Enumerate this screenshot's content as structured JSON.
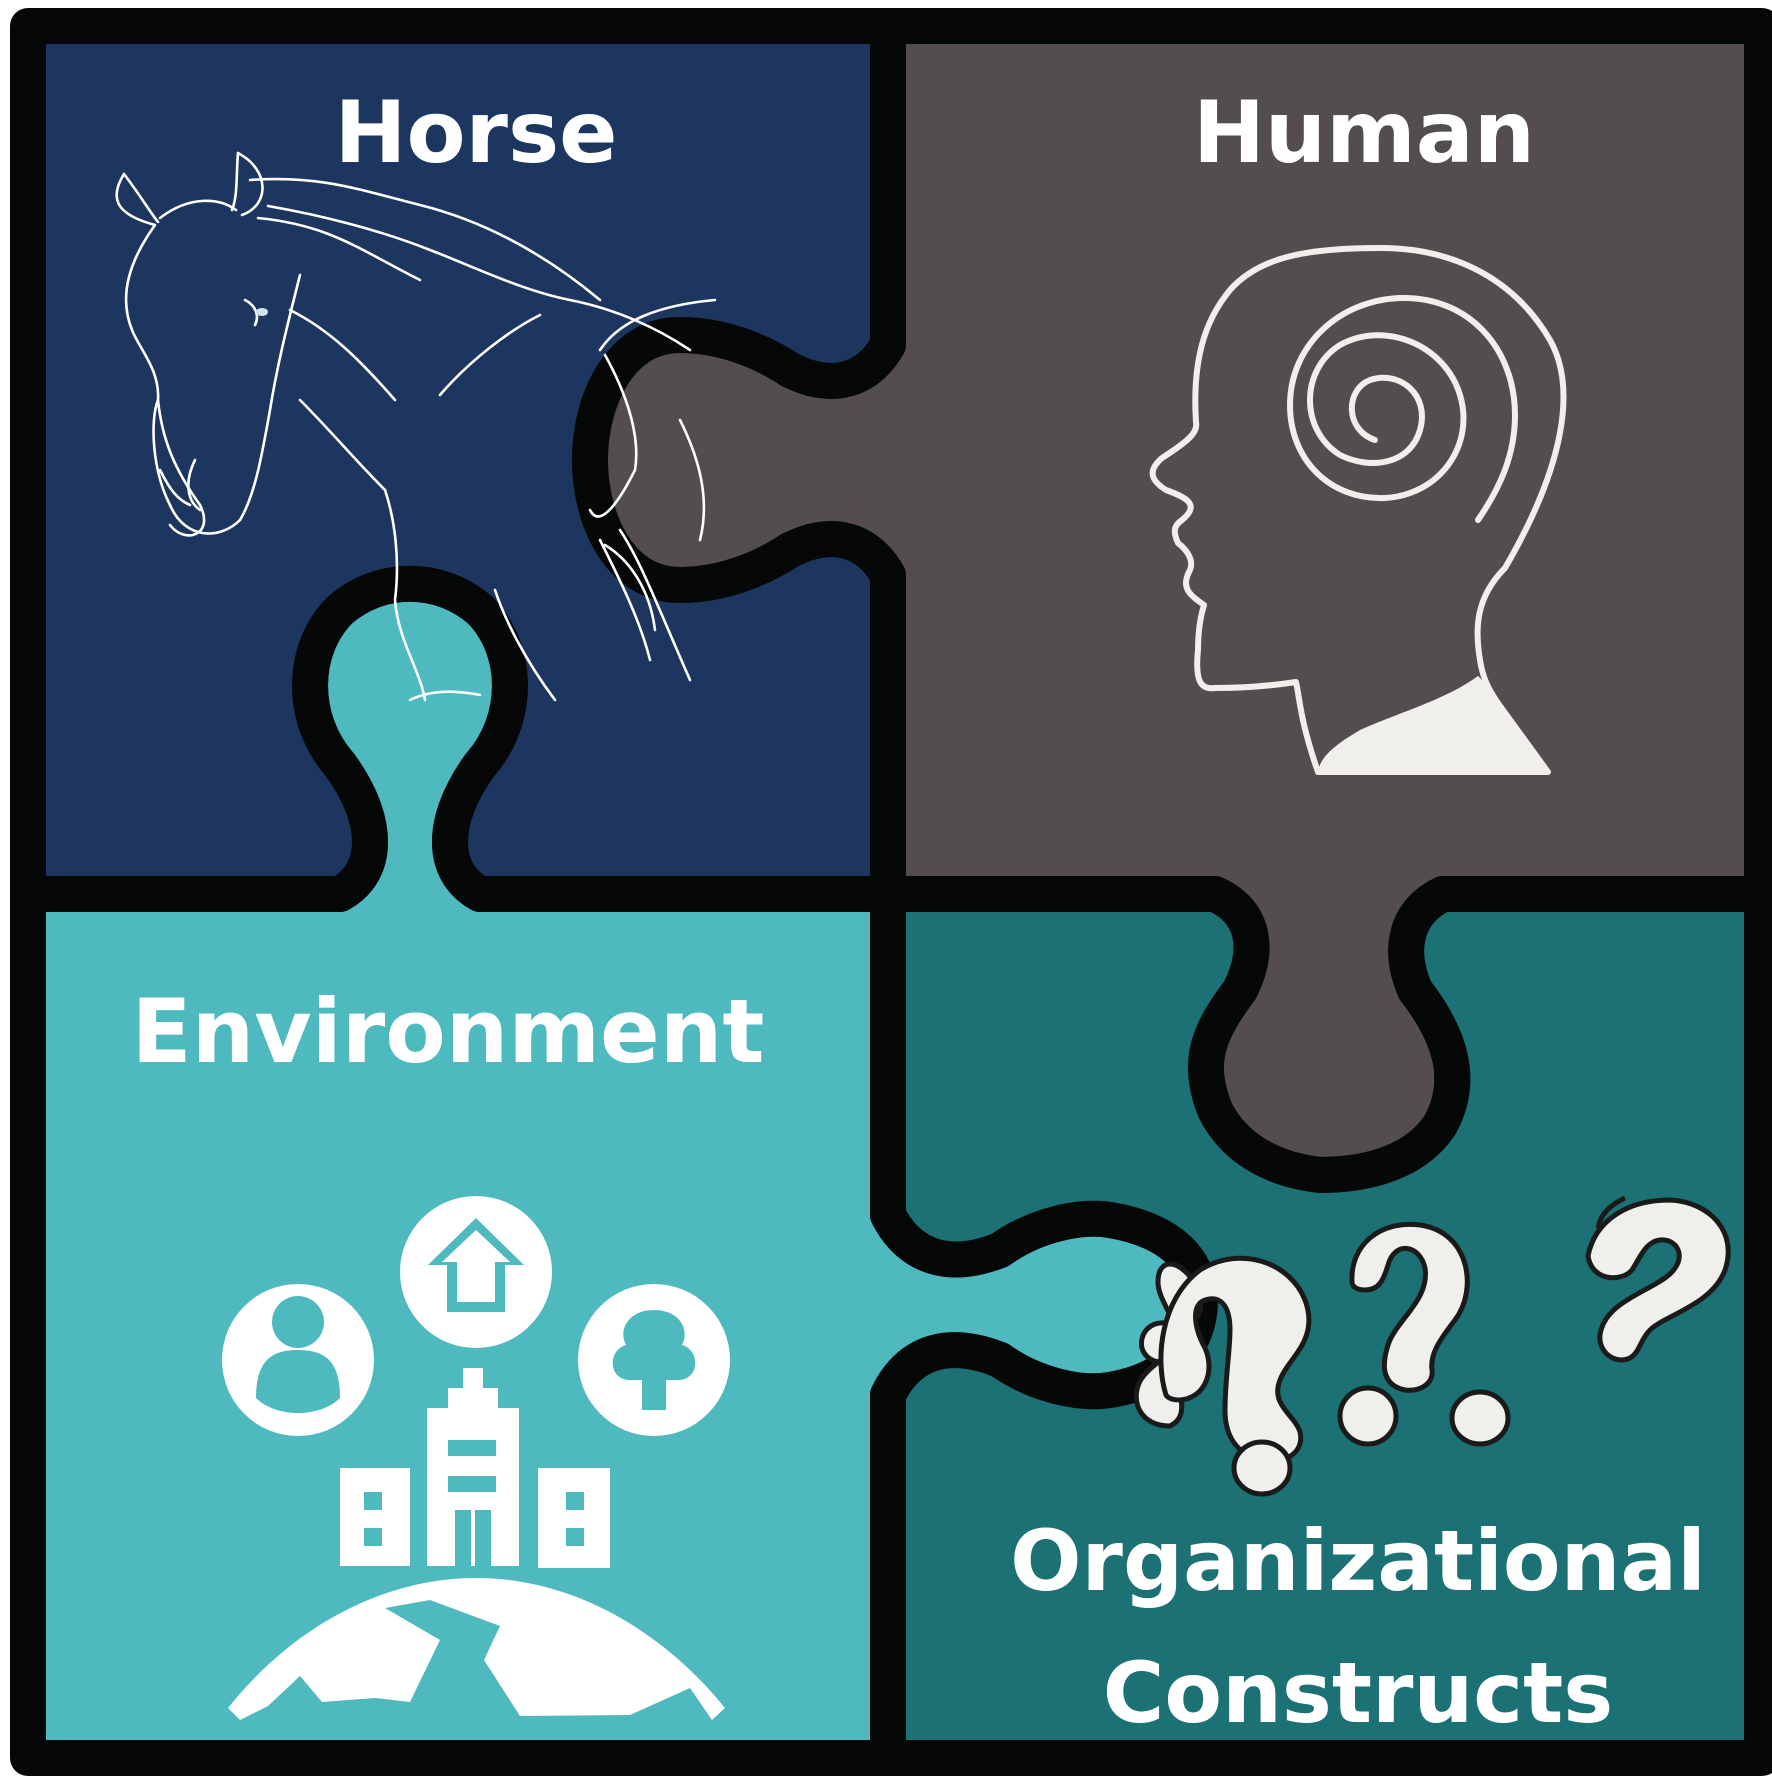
{
  "pieces": {
    "horse": {
      "label": "Horse",
      "color": "#1c3660",
      "icon": "horse-head-line-art"
    },
    "human": {
      "label": "Human",
      "color": "#534d4f",
      "icon": "head-spiral-icon"
    },
    "environment": {
      "label": "Environment",
      "color": "#4ebabf",
      "icon": "city-globe-icon"
    },
    "organizational": {
      "label_line1": "Organizational",
      "label_line2": "Constructs",
      "color": "#1b7174",
      "icon": "question-marks-icon"
    }
  },
  "outline_color": "#060808",
  "icon_color": "#f0efec"
}
